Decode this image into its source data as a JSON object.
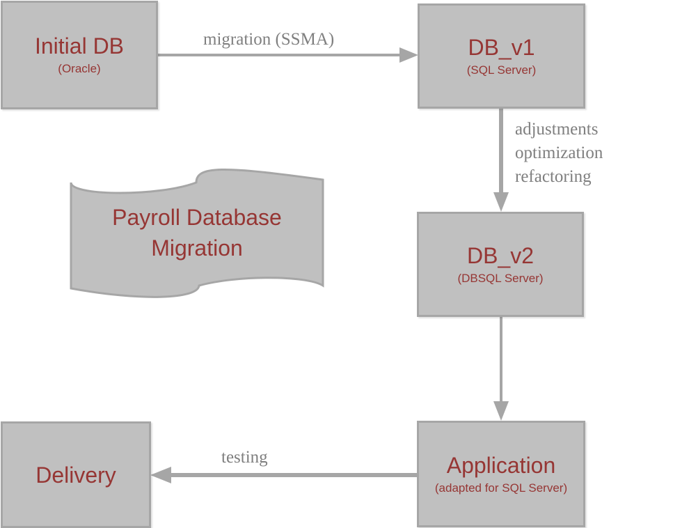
{
  "nodes": {
    "initial_db": {
      "title": "Initial DB",
      "subtitle": "(Oracle)"
    },
    "db_v1": {
      "title": "DB_v1",
      "subtitle": "(SQL Server)"
    },
    "db_v2": {
      "title": "DB_v2",
      "subtitle": "(DBSQL Server)"
    },
    "application": {
      "title": "Application",
      "subtitle": "(adapted for SQL Server)"
    },
    "delivery": {
      "title": "Delivery"
    }
  },
  "edges": {
    "migration": "migration  (SSMA)",
    "refine": [
      "adjustments",
      "optimization",
      "refactoring"
    ],
    "testing": "testing"
  },
  "document_shape": {
    "lines": [
      "Payroll Database",
      "Migration"
    ]
  },
  "colors": {
    "box_fill": "#c0c0c0",
    "box_border": "#a6a6a6",
    "node_text": "#963634",
    "edge_text": "#7f7f7f",
    "arrow": "#a6a6a6"
  }
}
